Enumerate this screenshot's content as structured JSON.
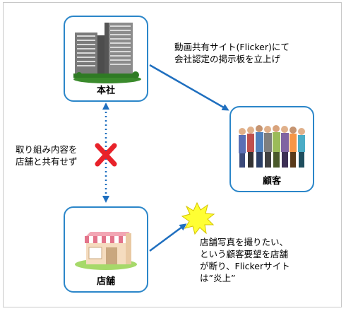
{
  "nodes": {
    "headquarters": {
      "label": "本社"
    },
    "customer": {
      "label": "顧客"
    },
    "store": {
      "label": "店舗"
    }
  },
  "notes": {
    "top": [
      "動画共有サイト(Flicker)にて",
      "会社認定の掲示板を立上げ"
    ],
    "left": [
      "取り組み内容を",
      "店舗と共有せず"
    ],
    "bottom": [
      "店舗写真を撮りたい、",
      "という顧客要望を店舗",
      "が断り、Flickerサイト",
      "は”炎上”"
    ]
  },
  "colors": {
    "border": "#2b86c9",
    "arrow": "#1f6fbf",
    "cross": "#e8222a",
    "burst": "#ffff33"
  },
  "icons": {
    "headquarters": "office-buildings-icon",
    "customer": "crowd-of-people-icon",
    "store": "storefront-icon",
    "cross": "red-x-icon",
    "burst": "flame-burst-icon"
  }
}
